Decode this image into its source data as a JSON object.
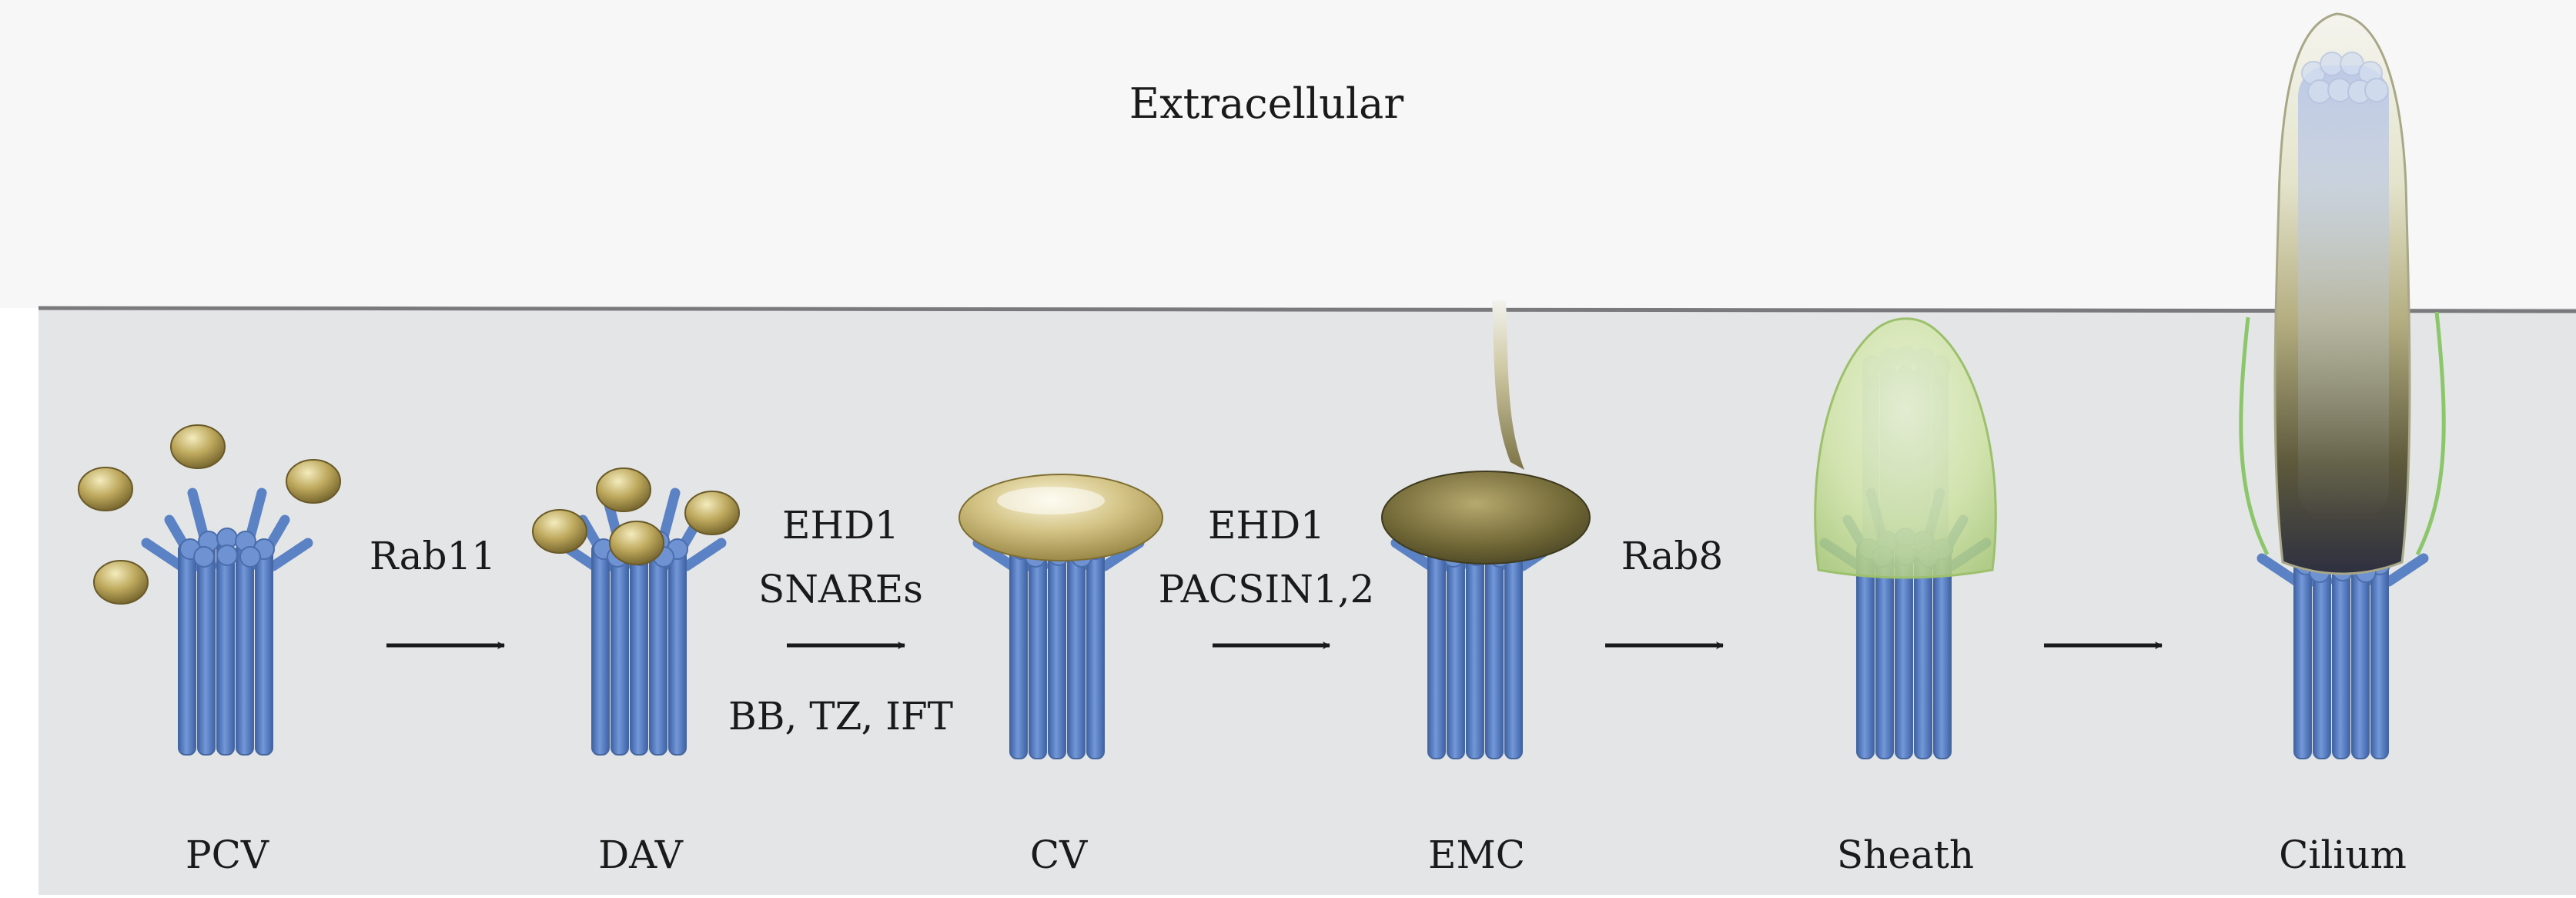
{
  "regions": {
    "extracellular": "Extracellular"
  },
  "stages": [
    {
      "id": "pcv",
      "label": "PCV"
    },
    {
      "id": "dav",
      "label": "DAV"
    },
    {
      "id": "cv",
      "label": "CV"
    },
    {
      "id": "emc",
      "label": "EMC"
    },
    {
      "id": "sheath",
      "label": "Sheath"
    },
    {
      "id": "cilium",
      "label": "Cilium"
    }
  ],
  "transitions": [
    {
      "id": "pcv-to-dav",
      "lines": [
        "Rab11"
      ]
    },
    {
      "id": "dav-to-cv",
      "lines": [
        "EHD1",
        "SNAREs"
      ],
      "below": "BB, TZ, IFT"
    },
    {
      "id": "cv-to-emc",
      "lines": [
        "EHD1",
        "PACSIN1,2"
      ]
    },
    {
      "id": "emc-to-sheath",
      "lines": [
        "Rab8"
      ]
    },
    {
      "id": "sheath-to-cilium",
      "lines": []
    }
  ],
  "colors": {
    "extracellular_bg": "#f7f7f7",
    "intracellular_bg": "#e4e5e7",
    "membrane": "#7a7a7c",
    "microtubule": "#5b82c4",
    "vesicle": "#b8a45a",
    "sheath_green": "#8cc66a",
    "arrow": "#1a1a1a"
  }
}
